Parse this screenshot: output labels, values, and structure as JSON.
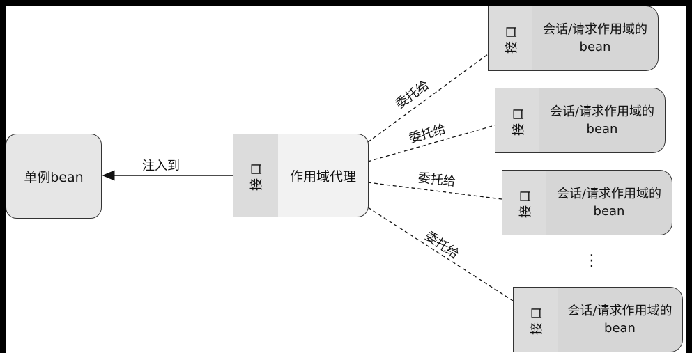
{
  "singleton": {
    "label": "单例bean"
  },
  "inject": {
    "label": "注入到"
  },
  "proxy": {
    "interface_label": "接口",
    "label": "作用域代理"
  },
  "delegate_label": "委托给",
  "scoped_beans": [
    {
      "interface_label": "接口",
      "label": "会话/请求作用域的bean"
    },
    {
      "interface_label": "接口",
      "label": "会话/请求作用域的bean"
    },
    {
      "interface_label": "接口",
      "label": "会话/请求作用域的bean"
    },
    {
      "interface_label": "接口",
      "label": "会话/请求作用域的bean"
    }
  ],
  "ellipsis": "⋮"
}
